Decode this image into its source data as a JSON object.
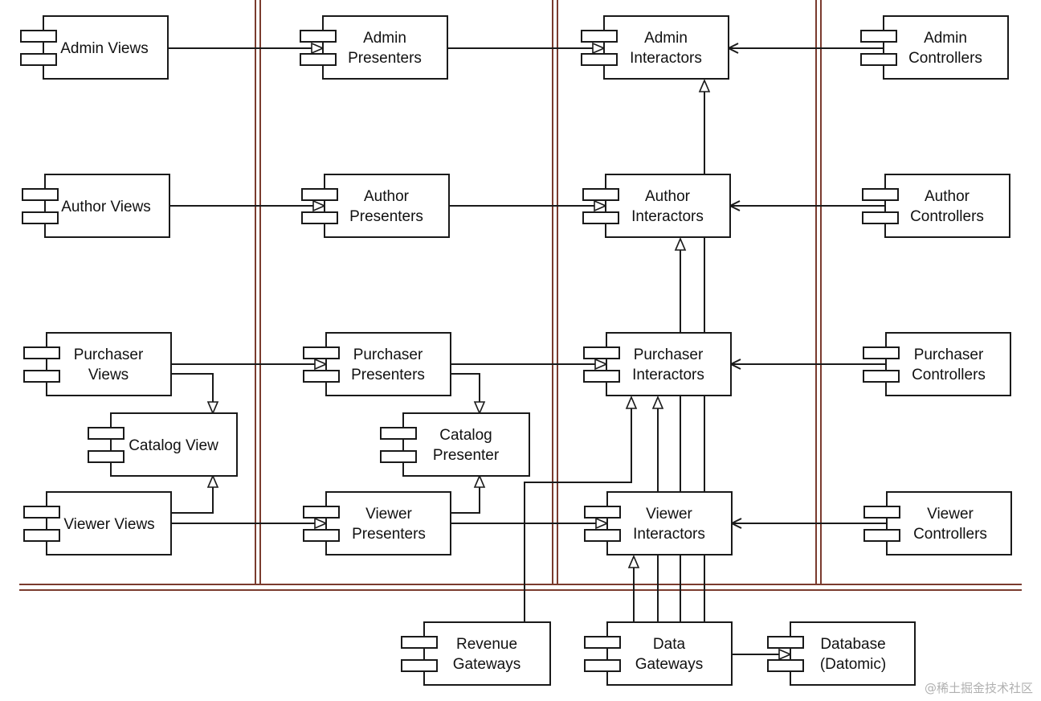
{
  "colors": {
    "boundary": "#7a3b2e",
    "line": "#1a1a1a",
    "box": "#ffffff"
  },
  "components": {
    "admin_views": [
      "Admin Views"
    ],
    "admin_presenters": [
      "Admin",
      "Presenters"
    ],
    "admin_interactors": [
      "Admin",
      "Interactors"
    ],
    "admin_controllers": [
      "Admin",
      "Controllers"
    ],
    "author_views": [
      "Author Views"
    ],
    "author_presenters": [
      "Author",
      "Presenters"
    ],
    "author_interactors": [
      "Author",
      "Interactors"
    ],
    "author_controllers": [
      "Author",
      "Controllers"
    ],
    "purchaser_views": [
      "Purchaser",
      "Views"
    ],
    "purchaser_presenters": [
      "Purchaser",
      "Presenters"
    ],
    "purchaser_interactors": [
      "Purchaser",
      "Interactors"
    ],
    "purchaser_controllers": [
      "Purchaser",
      "Controllers"
    ],
    "catalog_view": [
      "Catalog View"
    ],
    "catalog_presenter": [
      "Catalog",
      "Presenter"
    ],
    "viewer_views": [
      "Viewer Views"
    ],
    "viewer_presenters": [
      "Viewer",
      "Presenters"
    ],
    "viewer_interactors": [
      "Viewer",
      "Interactors"
    ],
    "viewer_controllers": [
      "Viewer",
      "Controllers"
    ],
    "revenue_gateways": [
      "Revenue",
      "Gateways"
    ],
    "data_gateways": [
      "Data",
      "Gateways"
    ],
    "database": [
      "Database",
      "(Datomic)"
    ]
  },
  "watermark": "@稀土掘金技术社区"
}
